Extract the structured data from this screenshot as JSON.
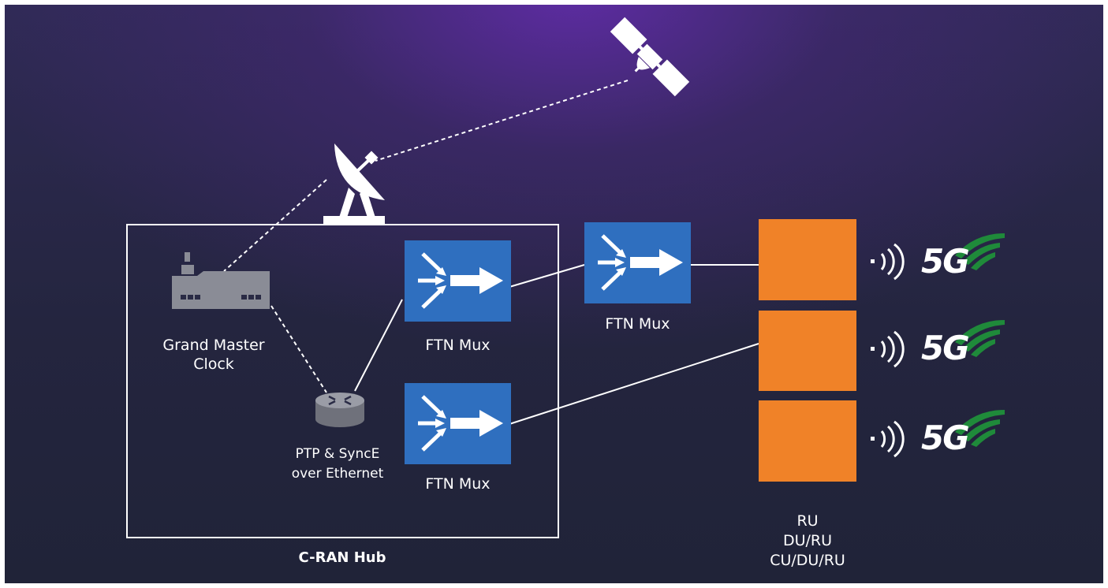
{
  "labels": {
    "grand_master_clock": "Grand Master Clock",
    "ptp_synce": "PTP & SyncE over Ethernet",
    "ftn_mux_top": "FTN Mux",
    "ftn_mux_bottom": "FTN Mux",
    "ftn_mux_middle": "FTN Mux",
    "c_ran_hub": "C-RAN Hub",
    "ru_line1": "RU",
    "ru_line2": "DU/RU",
    "ru_line3": "CU/DU/RU"
  },
  "badges": {
    "fiveg_1": "5G",
    "fiveg_2": "5G",
    "fiveg_3": "5G"
  },
  "icons": {
    "satellite": "satellite-icon",
    "dish": "satellite-dish-icon",
    "clock": "grand-master-clock-icon",
    "router": "router-icon",
    "mux": "mux-arrows-icon",
    "signal": "wireless-signal-icon"
  },
  "colors": {
    "mux_blue": "#2f6fbf",
    "ru_orange": "#f08228",
    "device_grey": "#8a8c96",
    "fiveg_green": "#1f8a3a",
    "line_white": "#ffffff"
  }
}
